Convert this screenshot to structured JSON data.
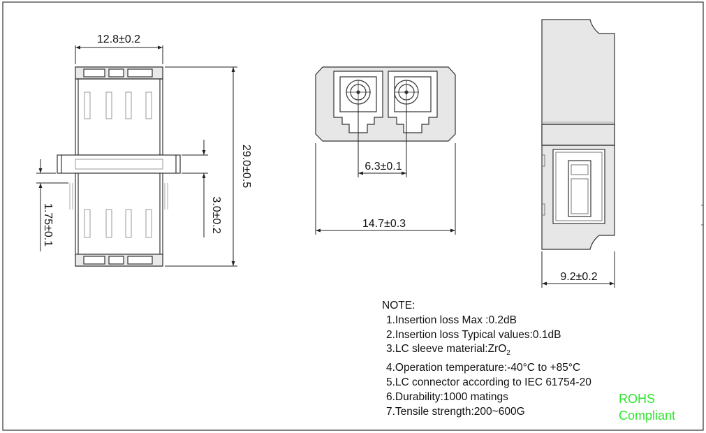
{
  "dimensions": {
    "side_width": "12.8±0.2",
    "side_height": "29.0±0.5",
    "flange_thickness": "3.0±0.2",
    "flange_offset": "1.75±0.1",
    "port_pitch": "6.3±0.1",
    "front_width": "14.7±0.3",
    "profile_width": "9.2±0.2"
  },
  "notes": {
    "heading": "NOTE:",
    "items": [
      "1.Insertion loss Max :0.2dB",
      "2.Insertion loss Typical values:0.1dB",
      "3.LC sleeve material:ZrO",
      "4.Operation temperature:-40°C to +85°C",
      "5.LC connector according to IEC 61754-20",
      "6.Durability:1000 matings",
      "7.Tensile strength:200~600G"
    ],
    "sleeve_subscript": "2"
  },
  "badge": {
    "line1": "ROHS",
    "line2": "Compliant",
    "color": "#2ee62e"
  }
}
